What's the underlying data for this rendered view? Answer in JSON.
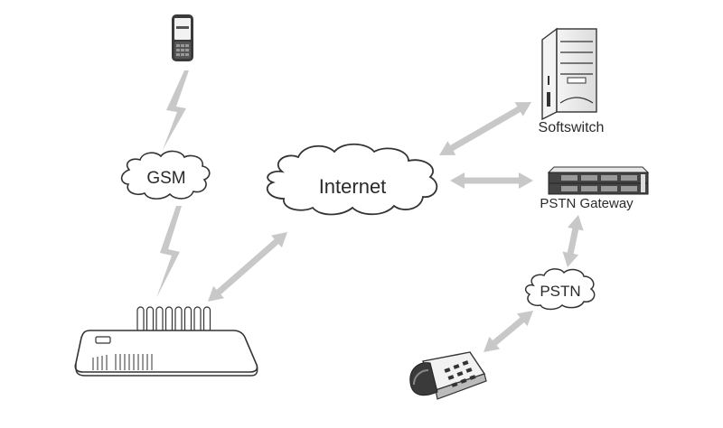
{
  "diagram": {
    "nodes": {
      "mobile_phone": {
        "icon": "mobile-phone-icon"
      },
      "gsm": {
        "label": "GSM",
        "icon": "cloud-icon"
      },
      "internet": {
        "label": "Internet",
        "icon": "cloud-icon"
      },
      "softswitch": {
        "label": "Softswitch",
        "icon": "server-tower-icon"
      },
      "pstn_gateway": {
        "label": "PSTN Gateway",
        "icon": "rack-gateway-icon"
      },
      "pstn": {
        "label": "PSTN",
        "icon": "cloud-icon"
      },
      "desk_phone": {
        "icon": "desk-phone-icon"
      },
      "gsm_gateway": {
        "icon": "gsm-gateway-device-icon",
        "antenna_count": 8
      }
    },
    "links": [
      {
        "from": "mobile_phone",
        "to": "gsm",
        "type": "wireless"
      },
      {
        "from": "gsm",
        "to": "gsm_gateway",
        "type": "wireless"
      },
      {
        "from": "gsm_gateway",
        "to": "internet",
        "type": "bidirectional"
      },
      {
        "from": "internet",
        "to": "softswitch",
        "type": "bidirectional"
      },
      {
        "from": "internet",
        "to": "pstn_gateway",
        "type": "bidirectional"
      },
      {
        "from": "pstn_gateway",
        "to": "pstn",
        "type": "bidirectional"
      },
      {
        "from": "pstn",
        "to": "desk_phone",
        "type": "bidirectional"
      }
    ],
    "colors": {
      "arrow": "#c8c8c8",
      "outline": "#333333",
      "text": "#2a2a2a",
      "background": "#ffffff"
    }
  }
}
